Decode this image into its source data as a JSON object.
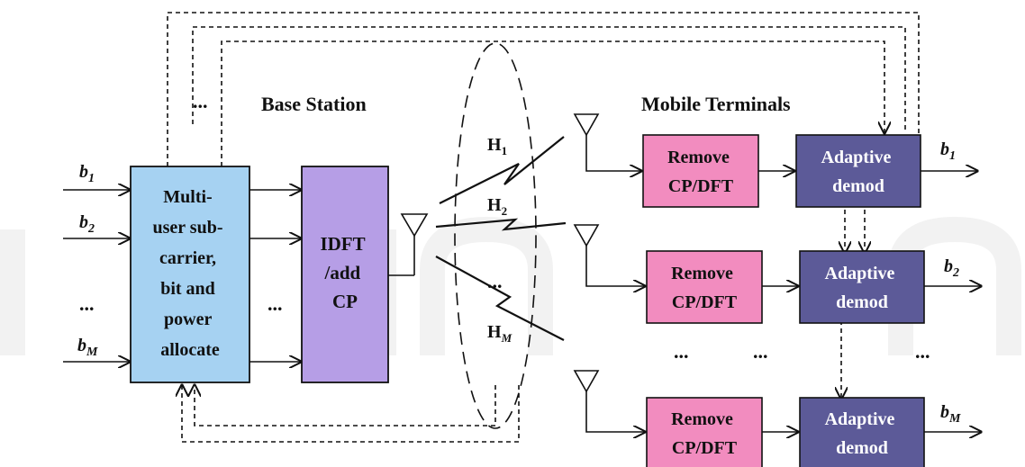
{
  "labels": {
    "base_station": "Base Station",
    "mobile_terminals": "Mobile Terminals",
    "ellipsis": "..."
  },
  "allocate_block": {
    "lines": [
      "Multi-",
      "user sub-",
      "carrier,",
      "bit and",
      "power",
      "allocate"
    ],
    "color": "#a6d2f2"
  },
  "idft_block": {
    "lines": [
      "IDFT",
      "/add",
      "CP"
    ],
    "color": "#b69ee6"
  },
  "remove_block": {
    "lines": [
      "Remove",
      "CP/DFT"
    ],
    "color": "#f28cbf"
  },
  "demod_block": {
    "lines": [
      "Adaptive",
      "demod"
    ],
    "color": "#5c5a98"
  },
  "inputs": [
    {
      "base": "b",
      "sub": "1"
    },
    {
      "base": "b",
      "sub": "2"
    },
    {
      "base": "b",
      "sub": "M"
    }
  ],
  "outputs": [
    {
      "base": "b",
      "sub": "1"
    },
    {
      "base": "b",
      "sub": "2"
    },
    {
      "base": "b",
      "sub": "M"
    }
  ],
  "channels": [
    {
      "base": "H",
      "sub": "1"
    },
    {
      "base": "H",
      "sub": "2"
    },
    {
      "base": "H",
      "sub": "M"
    }
  ]
}
